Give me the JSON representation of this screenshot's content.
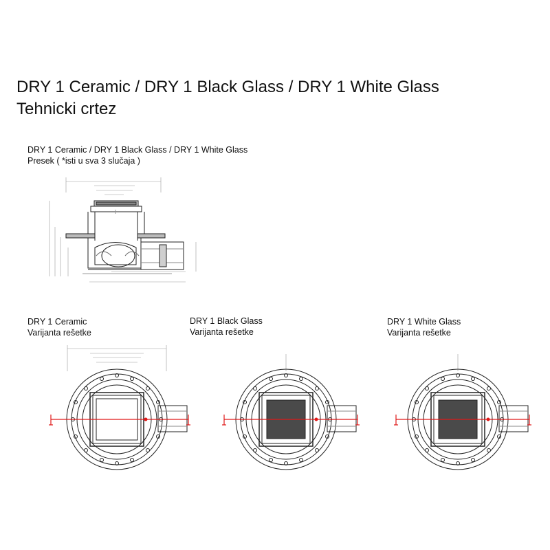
{
  "header": {
    "title": "DRY 1 Ceramic / DRY 1 Black Glass / DRY 1 White Glass",
    "subtitle": "Tehnicki crtez"
  },
  "section_view": {
    "caption_line1": "DRY 1 Ceramic / DRY 1 Black Glass / DRY 1 White Glass",
    "caption_line2": "Presek ( *isti u sva 3 slučaja )"
  },
  "variants": [
    {
      "name": "DRY 1 Ceramic",
      "label": "Varijanta rešetke",
      "grate_fill": "#ffffff"
    },
    {
      "name": "DRY 1 Black Glass",
      "label": "Varijanta rešetke",
      "grate_fill": "#4a4a4a"
    },
    {
      "name": "DRY 1 White Glass",
      "label": "Varijanta rešetke",
      "grate_fill": "#4a4a4a"
    }
  ],
  "colors": {
    "line": "#222222",
    "section_line": "#e01818",
    "dimension": "#888888"
  }
}
